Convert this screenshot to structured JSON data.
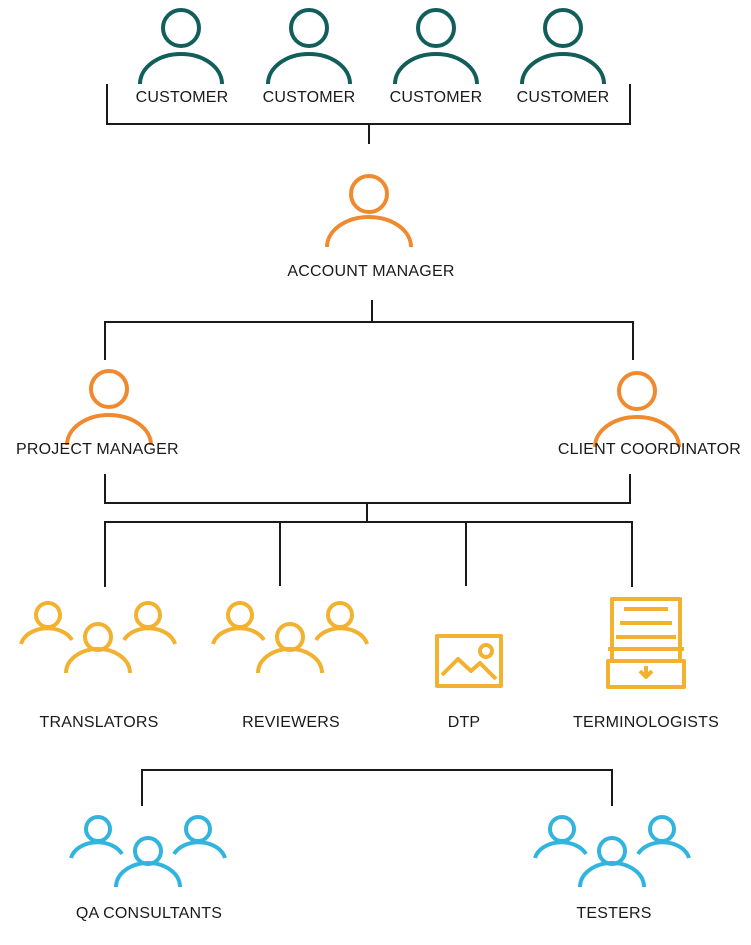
{
  "colors": {
    "customer": "#125e5a",
    "manager": "#ef8a2f",
    "team": "#f2b12e",
    "qa": "#31b4dd",
    "line": "#1a1a1a"
  },
  "customers": {
    "labels": [
      "CUSTOMER",
      "CUSTOMER",
      "CUSTOMER",
      "CUSTOMER"
    ],
    "icon": "person-icon"
  },
  "account_manager": {
    "label": "ACCOUNT MANAGER",
    "icon": "person-icon"
  },
  "project_manager": {
    "label": "PROJECT MANAGER",
    "icon": "person-icon"
  },
  "client_coordinator": {
    "label": "CLIENT COORDINATOR",
    "icon": "person-icon"
  },
  "teams": {
    "translators": {
      "label": "TRANSLATORS",
      "icon": "group-icon"
    },
    "reviewers": {
      "label": "REVIEWERS",
      "icon": "group-icon"
    },
    "dtp": {
      "label": "DTP",
      "icon": "image-icon"
    },
    "terminologists": {
      "label": "TERMINOLOGISTS",
      "icon": "file-cabinet-icon"
    }
  },
  "qa": {
    "qa_consultants": {
      "label": "QA CONSULTANTS",
      "icon": "group-icon"
    },
    "testers": {
      "label": "TESTERS",
      "icon": "group-icon"
    }
  }
}
